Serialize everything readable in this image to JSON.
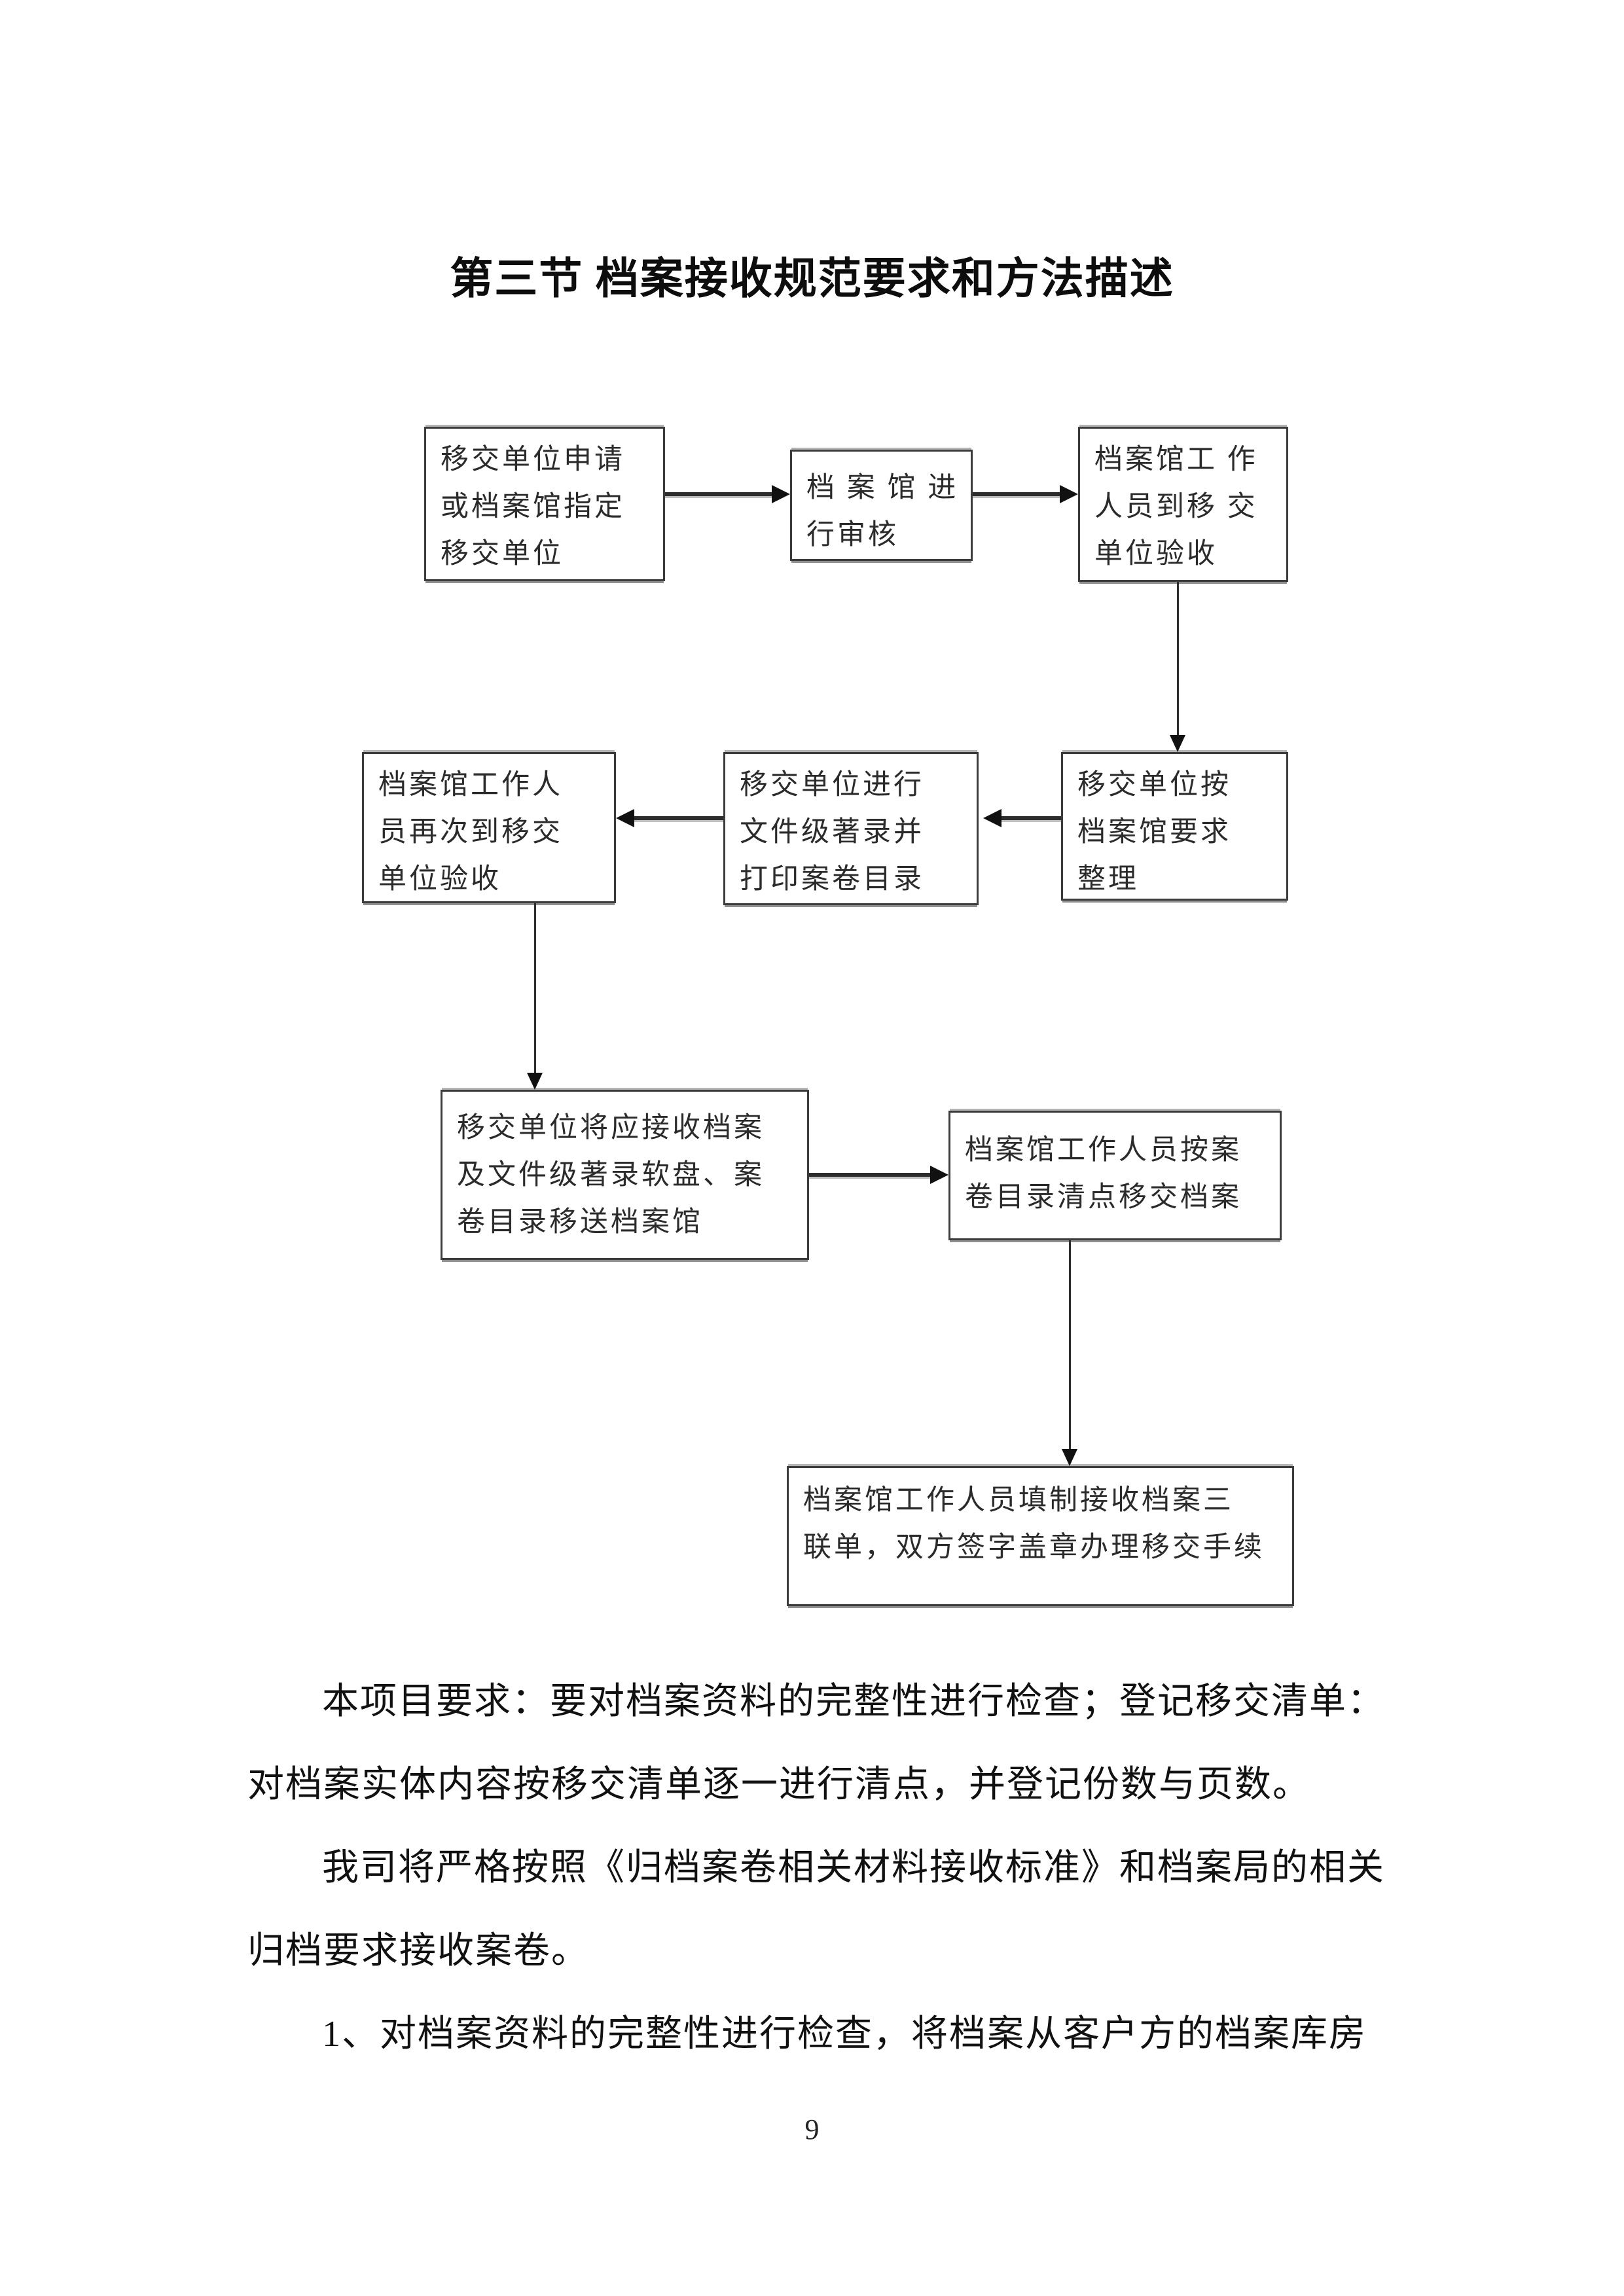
{
  "title": "第三节 档案接收规范要求和方法描述",
  "flowchart": {
    "boxes": [
      {
        "id": "transfer-apply",
        "lines": [
          "移交单位申请",
          "或档案馆指定",
          "移交单位"
        ]
      },
      {
        "id": "archive-review",
        "lines": [
          "档 案 馆 进",
          "行审核"
        ]
      },
      {
        "id": "staff-accept",
        "lines": [
          "档案馆工 作",
          "人员到移 交",
          "单位验收"
        ]
      },
      {
        "id": "staff-accept-again",
        "lines": [
          "档案馆工作人",
          "员再次到移交",
          "单位验收"
        ]
      },
      {
        "id": "file-catalog",
        "lines": [
          "移交单位进行",
          "文件级著录并",
          "打印案卷目录"
        ]
      },
      {
        "id": "arrange-by-request",
        "lines": [
          "移交单位按",
          "档案馆要求",
          "整理"
        ]
      },
      {
        "id": "send-to-archive",
        "lines": [
          "移交单位将应接收档案",
          "及文件级著录软盘、案",
          "卷目录移送档案馆"
        ]
      },
      {
        "id": "count-by-catalog",
        "lines": [
          "档案馆工作人员按案",
          "卷目录清点移交档案"
        ]
      },
      {
        "id": "fill-receipt",
        "lines": [
          "档案馆工作人员填制接收档案三",
          "联单，双方签字盖章办理移交手续"
        ]
      }
    ]
  },
  "body": {
    "lines": [
      "本项目要求：要对档案资料的完整性进行检查；登记移交清单：",
      "对档案实体内容按移交清单逐一进行清点，并登记份数与页数。",
      "我司将严格按照《归档案卷相关材料接收标准》和档案局的相关",
      "归档要求接收案卷。",
      "1、对档案资料的完整性进行检查，将档案从客户方的档案库房"
    ]
  },
  "page_number": "9"
}
